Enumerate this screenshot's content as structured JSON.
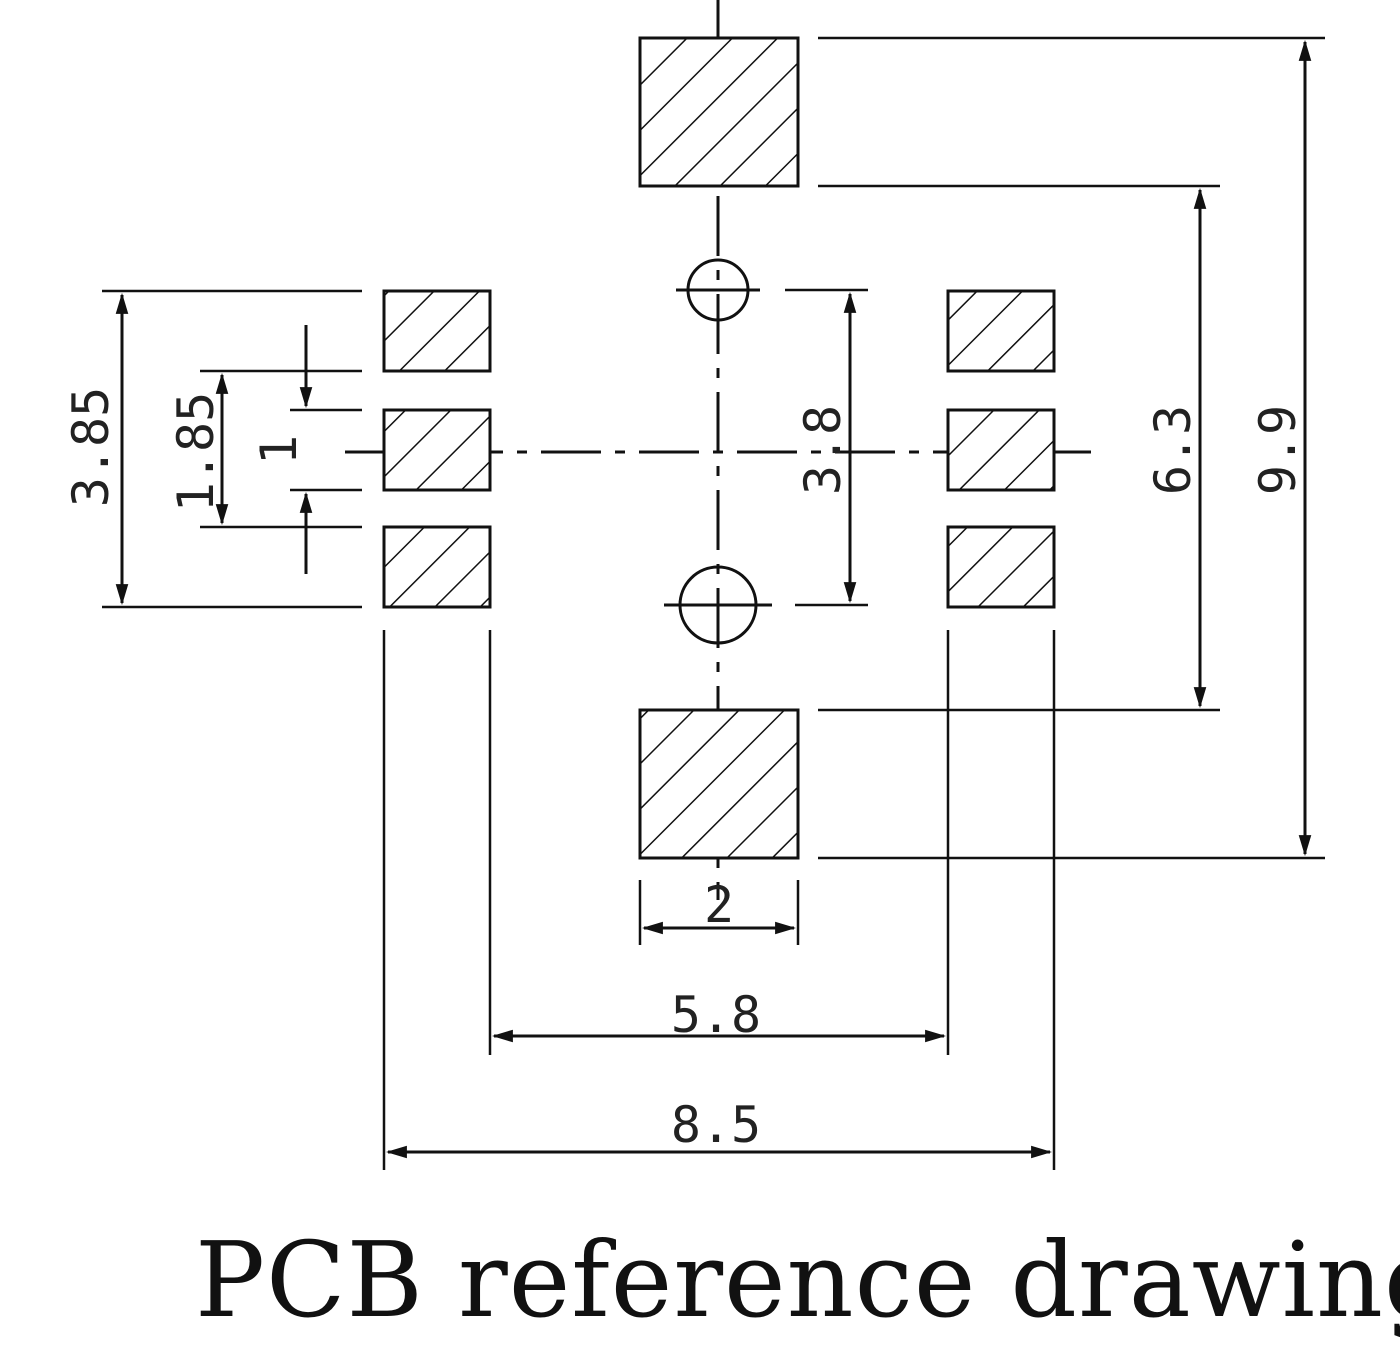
{
  "title": "PCB reference drawing",
  "dimensions": {
    "d_3_85": "3.85",
    "d_1_85": "1.85",
    "d_1": "1",
    "d_3_8": "3.8",
    "d_6_3": "6.3",
    "d_9_9": "9.9",
    "d_2": "2",
    "d_5_8": "5.8",
    "d_8_5": "8.5"
  }
}
